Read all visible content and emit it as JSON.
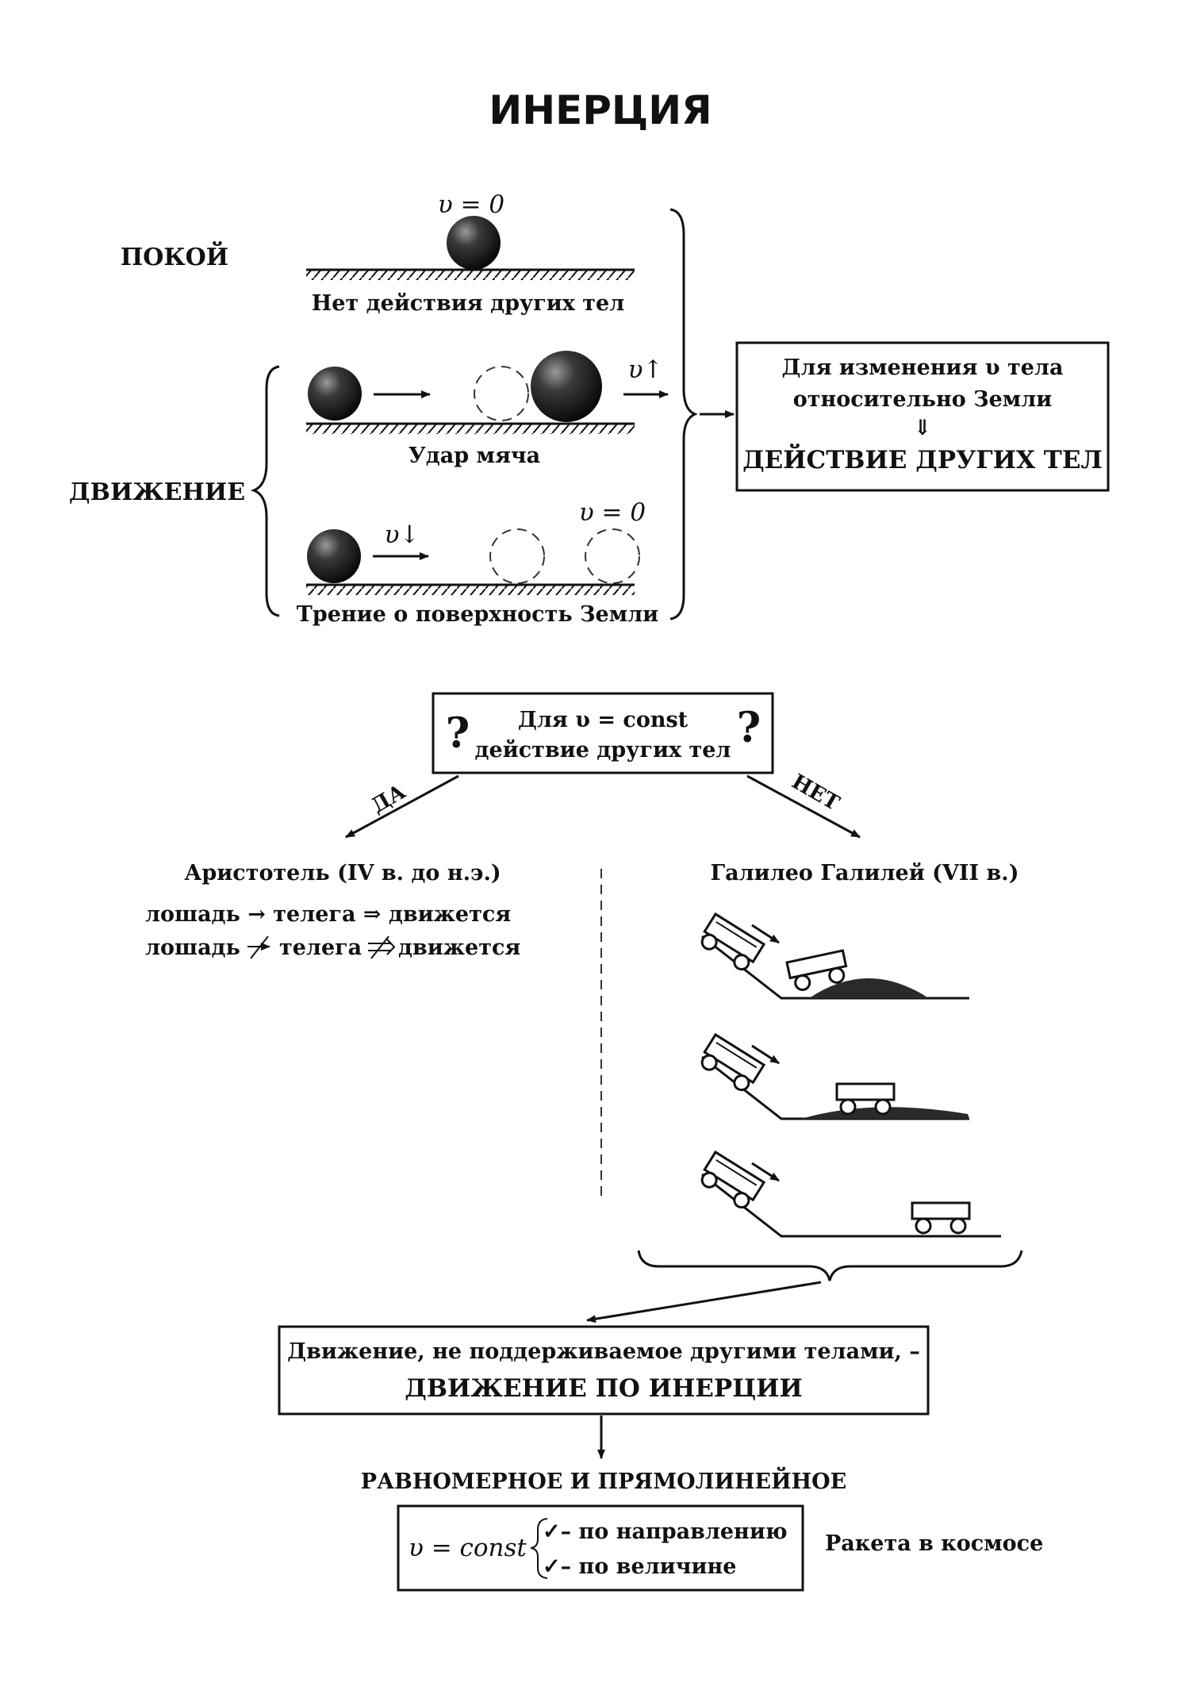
{
  "title": "ИНЕРЦИЯ",
  "rest": {
    "label": "ПОКОЙ",
    "velocity": "υ = 0",
    "caption": "Нет действия других тел"
  },
  "motion": {
    "label": "ДВИЖЕНИЕ",
    "kick": {
      "velocity": "υ↑",
      "caption": "Удар мяча"
    },
    "friction": {
      "velocity_start": "υ↓",
      "velocity_end": "υ = 0",
      "caption": "Трение о поверхность Земли"
    }
  },
  "change_box": {
    "line1": "Для изменения υ тела",
    "line2": "относительно Земли",
    "arrow": "⇓",
    "line3": "ДЕЙСТВИЕ ДРУГИХ ТЕЛ"
  },
  "question_box": {
    "mark": "?",
    "line1": "Для υ = const",
    "line2": "действие других тел"
  },
  "branch_yes": "ДА",
  "branch_no": "НЕТ",
  "aristotle": {
    "name": "Аристотель (IV в. до н.э.)",
    "line1": "лошадь → телега ⇒ движется",
    "line2_a": "лошадь",
    "line2_b": "телега",
    "line2_c": "движется"
  },
  "galileo": {
    "name": "Галилео Галилей (VII в.)"
  },
  "inertia_box": {
    "line1": "Движение, не поддерживаемое другими телами, –",
    "line2": "ДВИЖЕНИЕ ПО ИНЕРЦИИ"
  },
  "uniform": "РАВНОМЕРНОЕ И ПРЯМОЛИНЕЙНОЕ",
  "const_box": {
    "formula": "υ = const",
    "item1": "✓– по направлению",
    "item2": "✓– по величине"
  },
  "example": "Ракета в космосе"
}
